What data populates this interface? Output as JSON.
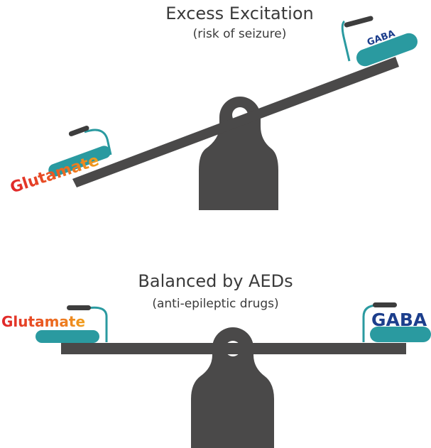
{
  "scene_top": {
    "title": "Excess Excitation",
    "subtitle": "(risk of seizure)",
    "left_label": "Glutamate",
    "right_label": "GABA"
  },
  "scene_bottom": {
    "title": "Balanced by AEDs",
    "subtitle": "(anti-epileptic drugs)",
    "left_label": "Glutamate",
    "right_label": "GABA"
  },
  "colors": {
    "dark": "#4a4949",
    "teal": "#2a9aa0",
    "glutamate_start": "#e0262b",
    "glutamate_end": "#f0a01e",
    "gaba": "#1c3e8c",
    "text": "#3a3a3a"
  }
}
